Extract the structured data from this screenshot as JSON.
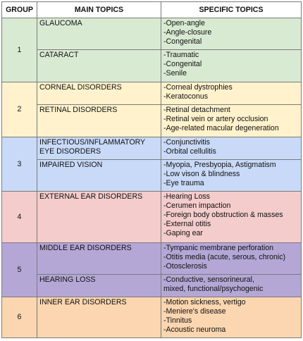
{
  "headers": [
    "GROUP",
    "MAIN TOPICS",
    "SPECIFIC TOPICS"
  ],
  "colors": {
    "1": "#d9ead3",
    "2": "#fff2cc",
    "3": "#c9daf8",
    "4": "#f4cccc",
    "5": "#b4a7d6",
    "6": "#fbd6b0"
  },
  "rows": [
    {
      "group": "1",
      "topic": "GLAUCOMA",
      "items": [
        "-Open-angle",
        "-Angle-closure",
        "-Congenital"
      ]
    },
    {
      "group": "1",
      "topic": "CATARACT",
      "items": [
        "-Traumatic",
        "-Congenital",
        "-Senile"
      ]
    },
    {
      "group": "2",
      "topic": "CORNEAL DISORDERS",
      "items": [
        "-Corneal dystrophies",
        "-Keratoconus"
      ]
    },
    {
      "group": "2",
      "topic": "RETINAL DISORDERS",
      "items": [
        "-Retinal detachment",
        "-Retinal vein or artery occlusion",
        "-Age-related macular degeneration"
      ]
    },
    {
      "group": "3",
      "topic": "INFECTIOUS/INFLAMMATORY EYE DISORDERS",
      "items": [
        "-Conjunctivitis",
        "-Orbital cellulitis"
      ]
    },
    {
      "group": "3",
      "topic": "IMPAIRED VISION",
      "items": [
        "-Myopia, Presbyopia, Astigmatism",
        "-Low vison & blindness",
        "-Eye trauma"
      ]
    },
    {
      "group": "4",
      "topic": "EXTERNAL EAR DISORDERS",
      "items": [
        "-Hearing Loss",
        "-Cerumen impaction",
        "-Foreign body obstruction & masses",
        "-External otitis",
        "-Gaping ear"
      ]
    },
    {
      "group": "5",
      "topic": "MIDDLE EAR DISORDERS",
      "items": [
        "-Tympanic membrane perforation",
        "-Otitis media (acute, serous, chronic)",
        "-Otosclerosis"
      ]
    },
    {
      "group": "5",
      "topic": "HEARING LOSS",
      "items": [
        "-Conductive, sensorineural,",
        "mixed, functional/psychogenic"
      ]
    },
    {
      "group": "6",
      "topic": "INNER EAR DISORDERS",
      "items": [
        "-Motion sickness, vertigo",
        "-Meniere's disease",
        "-Tinnitus",
        "-Acoustic neuroma"
      ]
    }
  ]
}
